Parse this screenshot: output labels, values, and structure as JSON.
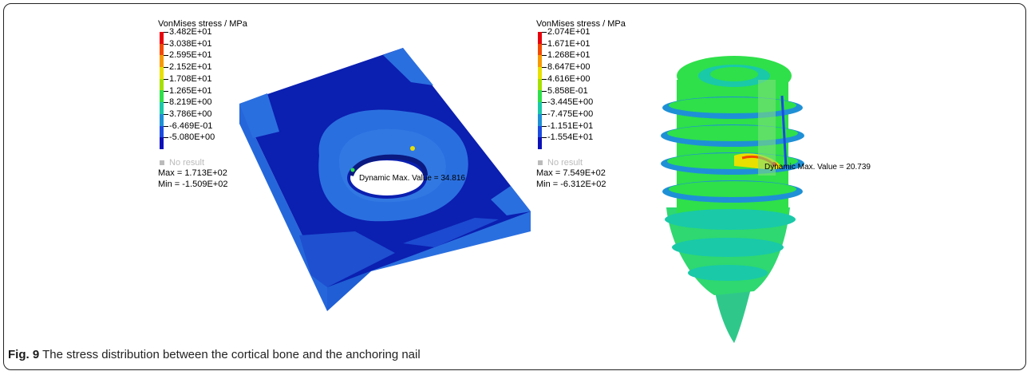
{
  "left_legend": {
    "title": "VonMises stress / MPa",
    "values": [
      "3.482E+01",
      "3.038E+01",
      "2.595E+01",
      "2.152E+01",
      "1.708E+01",
      "1.265E+01",
      "8.219E+00",
      "3.786E+00",
      "-6.469E-01",
      "-5.080E+00"
    ],
    "no_result": "No result",
    "max": "Max = 1.713E+02",
    "min": "Min = -1.509E+02"
  },
  "right_legend": {
    "title": "VonMises stress / MPa",
    "values": [
      "2.074E+01",
      "1.671E+01",
      "1.268E+01",
      "8.647E+00",
      "4.616E+00",
      "5.858E-01",
      "-3.445E+00",
      "-7.475E+00",
      "-1.151E+01",
      "-1.554E+01"
    ],
    "no_result": "No result",
    "max": "Max = 7.549E+02",
    "min": "Min = -6.312E+02"
  },
  "left_model": {
    "dynamic_label": "Dynamic Max. Value = 34.816"
  },
  "right_model": {
    "dynamic_label": "Dynamic Max. Value = 20.739"
  },
  "colors": {
    "scale": [
      "#e8000b",
      "#f24a00",
      "#f79a00",
      "#e8e000",
      "#a6e000",
      "#2fe04a",
      "#19c9a8",
      "#1e90d6",
      "#1c4be0",
      "#0c10b8"
    ],
    "plate_dark": "#0b1fb0",
    "plate_light": "#2a6fe0",
    "plate_side": "#1e5fd8"
  },
  "caption": {
    "label": "Fig. 9",
    "text": " The stress distribution between the cortical bone and the anchoring nail"
  }
}
